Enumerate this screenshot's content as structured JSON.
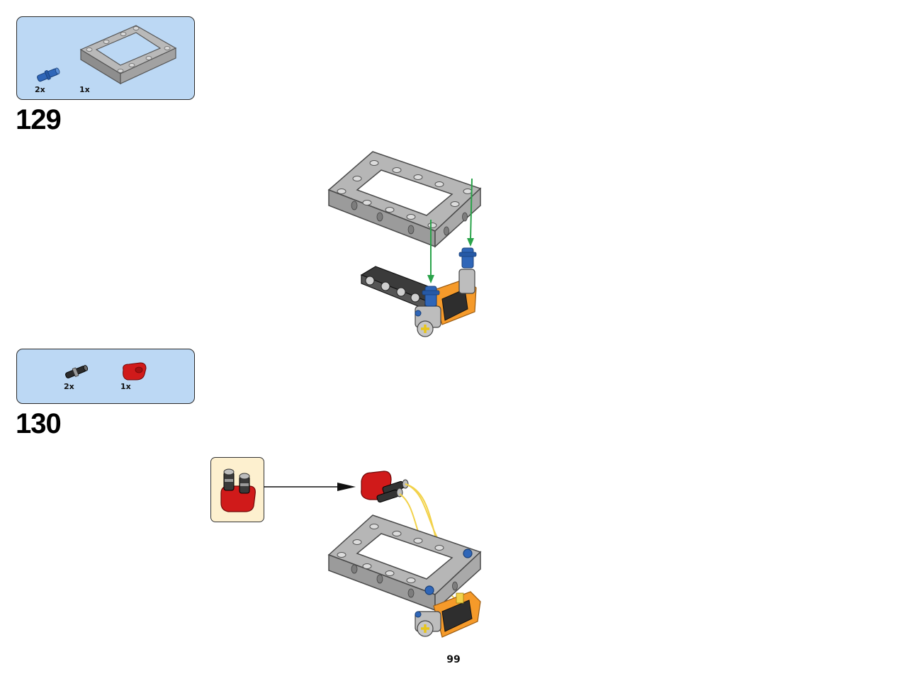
{
  "step_129": {
    "number": "129",
    "parts": [
      {
        "qty": "2x",
        "icon": "blue-connector-pin-icon"
      },
      {
        "qty": "1x",
        "icon": "gray-frame-icon"
      }
    ]
  },
  "step_130": {
    "number": "130",
    "parts": [
      {
        "qty": "2x",
        "icon": "black-connector-pin-icon"
      },
      {
        "qty": "1x",
        "icon": "red-connector-block-icon"
      }
    ]
  },
  "page_number": "99",
  "colors": {
    "parts_bg": "#bcd8f4",
    "callout_bg": "#fdf0cf",
    "frame_gray": "#b6b6b6",
    "pin_blue": "#2f66b8",
    "beam_orange": "#f59a2a",
    "connector_red": "#d01a1a",
    "arrow_green": "#2aa34a",
    "cable_yellow": "#f2d24a"
  }
}
